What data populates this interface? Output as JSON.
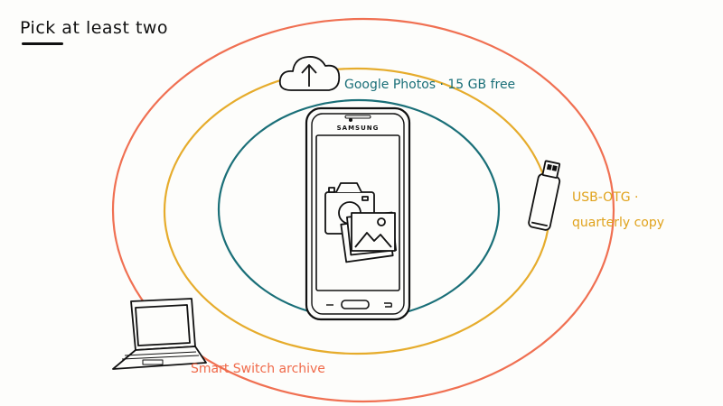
{
  "title": "Pick at least two",
  "items": {
    "photos": {
      "label": "Google Photos · 15 GB free",
      "icon": "cloud-upload-icon",
      "color": "#1a6f78"
    },
    "usb": {
      "label_line1": "USB-OTG ·",
      "label_line2": "quarterly copy",
      "icon": "usb-drive-icon",
      "color": "#e0a21b"
    },
    "laptop": {
      "label": "Smart Switch archive",
      "icon": "laptop-icon",
      "color": "#f06a4a"
    }
  },
  "phone": {
    "brand": "SAMSUNG",
    "screen_icons": [
      "camera-icon",
      "gallery-icon"
    ]
  }
}
